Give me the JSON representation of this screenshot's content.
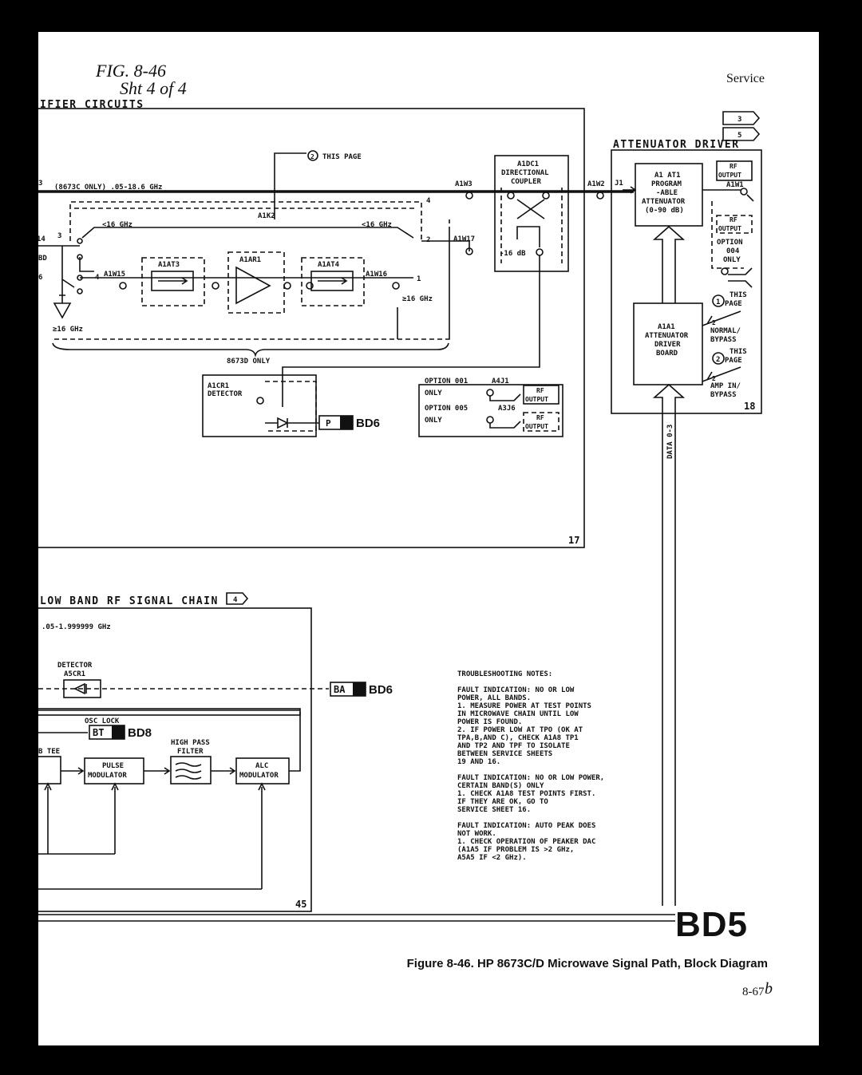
{
  "header": {
    "handwritten_ref_line1": "FIG. 8-46",
    "handwritten_ref_line2": "Sht 4 of 4",
    "service_label": "Service"
  },
  "sections": {
    "amp_circuits_title": "IFIER CIRCUITS",
    "amp_circuits_sheet": "17",
    "attenuator_title": "ATTENUATOR DRIVER",
    "attenuator_sheet": "18",
    "attenuator_badges": [
      "3",
      "5"
    ],
    "low_band_title": "LOW BAND RF SIGNAL CHAIN",
    "low_band_badge": "4",
    "low_band_sheet": "45"
  },
  "amp_circuits": {
    "this_page_note": "THIS PAGE",
    "this_page_num": "2",
    "signal_path_label": "(8673C ONLY) .05-18.6 GHz",
    "path_3": "3",
    "switch_label": "A1K2",
    "lt16_left": "<16 GHz",
    "lt16_right": "<16 GHz",
    "node_4_top": "4",
    "node_2": "2",
    "node_3": "3",
    "node_14": "14",
    "node_4_mid": "4",
    "node_1": "1",
    "left_frag_a": "BD",
    "left_frag_b": "6",
    "a1at3": "A1AT3",
    "a1ar1": "A1AR1",
    "a1at4": "A1AT4",
    "a1w15": "A1W15",
    "a1w16": "A1W16",
    "ge16_left": "≥16 GHz",
    "ge16_right": "≥16 GHz",
    "a1w17": "A1W17",
    "a1w3": "A1W3",
    "a1w2": "A1W2",
    "coupler_lines": [
      "A1DC1",
      "DIRECTIONAL",
      "COUPLER"
    ],
    "coupler_db": "-16 dB",
    "only_8673d": "8673D ONLY",
    "detector_lines": [
      "A1CR1",
      "DETECTOR"
    ],
    "detector_plug": "P",
    "detector_dest": "BD6",
    "option_001": "OPTION 001",
    "option_001_only": "ONLY",
    "a4j1": "A4J1",
    "option_005": "OPTION 005",
    "option_005_only": "ONLY",
    "a3j6": "A3J6",
    "rf_output_1": [
      "RF",
      "OUTPUT"
    ],
    "rf_output_2": [
      "RF",
      "OUTPUT"
    ]
  },
  "attenuator": {
    "j1": "J1",
    "at1_lines": [
      "A1 AT1",
      "PROGRAM",
      "-ABLE",
      "ATTENUATOR",
      "(0-90 dB)"
    ],
    "a1w1": "A1W1",
    "rf_output_top": [
      "RF",
      "OUTPUT"
    ],
    "rf_output_opt": [
      "RF",
      "OUTPUT"
    ],
    "option_lines": [
      "OPTION",
      "004",
      "ONLY"
    ],
    "driver_lines": [
      "A1A1",
      "ATTENUATOR",
      "DRIVER",
      "BOARD"
    ],
    "this_page_1": [
      "THIS",
      "PAGE"
    ],
    "this_page_1_num": "1",
    "normal_bypass": [
      "NORMAL/",
      "BYPASS"
    ],
    "bus_2a": "2",
    "this_page_2": [
      "THIS",
      "PAGE"
    ],
    "this_page_2_num": "2",
    "amp_in_bypass": [
      "AMP IN/",
      "BYPASS"
    ],
    "bus_2b": "2",
    "data_bus": "DATA 0-3"
  },
  "low_band": {
    "freq_range": ".05-1.999999 GHz",
    "detector_lines": [
      "DETECTOR",
      "A5CR1"
    ],
    "ba_plug": "BA",
    "ba_dest": "BD6",
    "osc_lock": "OSC LOCK",
    "bt_plug": "BT",
    "bt_dest": "BD8",
    "tee_label": "B TEE",
    "pulse_mod": [
      "PULSE",
      "MODULATOR"
    ],
    "hp_filter": [
      "HIGH PASS",
      "FILTER"
    ],
    "alc_mod": [
      "ALC",
      "MODULATOR"
    ]
  },
  "notes": {
    "title": "TROUBLESHOOTING NOTES:",
    "block1": [
      "FAULT INDICATION: NO OR LOW",
      "POWER, ALL BANDS.",
      "1. MEASURE POWER AT TEST POINTS",
      "   IN MICROWAVE CHAIN UNTIL LOW",
      "   POWER IS FOUND.",
      "2. IF POWER LOW AT TPO (OK AT",
      "   TPA,B,AND C), CHECK A1A8 TP1",
      "   AND TP2 AND TPF TO ISOLATE",
      "   BETWEEN SERVICE SHEETS",
      "   19 AND 16."
    ],
    "block2": [
      "FAULT INDICATION: NO OR LOW POWER,",
      "CERTAIN BAND(S) ONLY",
      "1. CHECK A1A8 TEST POINTS FIRST.",
      "   IF THEY ARE OK, GO TO",
      "   SERVICE SHEET 16."
    ],
    "block3": [
      "FAULT INDICATION: AUTO PEAK DOES",
      "NOT WORK.",
      "1. CHECK OPERATION OF PEAKER DAC",
      "   (A1A5 IF PROBLEM IS >2 GHz,",
      "   A5A5 IF <2 GHz)."
    ]
  },
  "footer": {
    "block_id": "BD5",
    "caption": "Figure 8-46. HP 8673C/D Microwave Signal Path, Block Diagram",
    "page_number": "8-67",
    "page_suffix": "b"
  }
}
